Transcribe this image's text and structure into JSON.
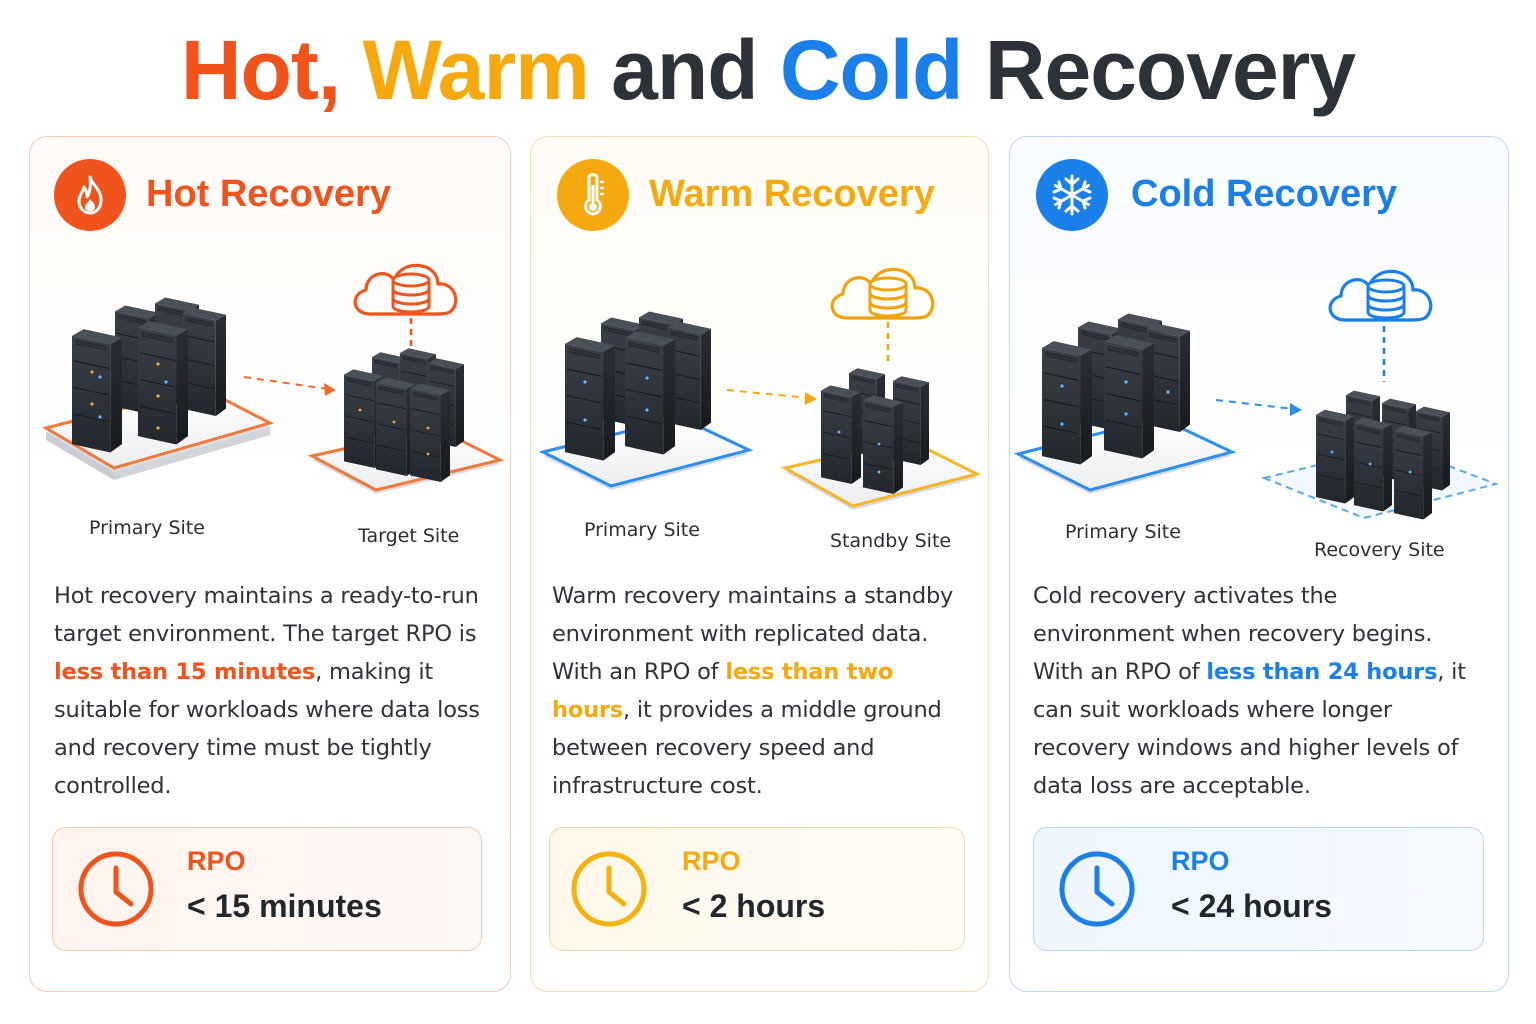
{
  "title": {
    "part1": "Hot,",
    "part2": "Warm",
    "part3": "and",
    "part4": "Cold",
    "part5": "Recovery"
  },
  "colors": {
    "hot": "#f0531c",
    "warm": "#f5a90f",
    "cold": "#1a7fe8",
    "dark": "#2b323a"
  },
  "cards": {
    "hot": {
      "title": "Hot Recovery",
      "icon": "flame-icon",
      "primary_label": "Primary Site",
      "secondary_label": "Target Site",
      "desc_before": "Hot recovery maintains a ready-to-run target environment. The target RPO is ",
      "desc_highlight": "less than 15 minutes",
      "desc_after": ", making it suitable for workloads where data loss and recovery time must be tightly controlled.",
      "rpo_label": "RPO",
      "rpo_value": "< 15 minutes"
    },
    "warm": {
      "title": "Warm Recovery",
      "icon": "thermometer-icon",
      "primary_label": "Primary Site",
      "secondary_label": "Standby Site",
      "desc_before": "Warm recovery maintains a standby environment with replicated data. With an RPO of ",
      "desc_highlight": "less than two hours",
      "desc_after": ", it provides a middle ground between recovery speed and infrastructure cost.",
      "rpo_label": "RPO",
      "rpo_value": "< 2 hours"
    },
    "cold": {
      "title": "Cold Recovery",
      "icon": "snowflake-icon",
      "primary_label": "Primary Site",
      "secondary_label": "Recovery Site",
      "desc_before": "Cold recovery activates the environment when recovery begins. With an RPO of ",
      "desc_highlight": "less than 24 hours",
      "desc_after": ", it can suit workloads where longer recovery windows and higher levels of data loss are acceptable.",
      "rpo_label": "RPO",
      "rpo_value": "< 24 hours"
    }
  }
}
